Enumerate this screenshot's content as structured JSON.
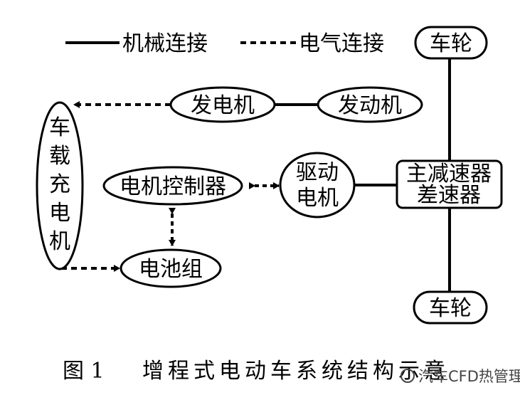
{
  "legend": {
    "mechanical_label": "机械连接",
    "electrical_label": "电气连接"
  },
  "nodes": {
    "wheel_top": "车轮",
    "generator": "发电机",
    "engine": "发动机",
    "onboard_charger": [
      "车",
      "载",
      "充",
      "电",
      "机"
    ],
    "motor_controller": "电机控制器",
    "drive_motor": [
      "驱动",
      "电机"
    ],
    "reducer": [
      "主减速器",
      "差速器"
    ],
    "battery": "电池组",
    "wheel_bottom": "车轮"
  },
  "caption": {
    "number": "图 1",
    "title": "增程式电动车系统结构示意"
  },
  "watermark": "汽车CFD热管理",
  "colors": {
    "ink": "#000000",
    "watermark": "#444444"
  }
}
